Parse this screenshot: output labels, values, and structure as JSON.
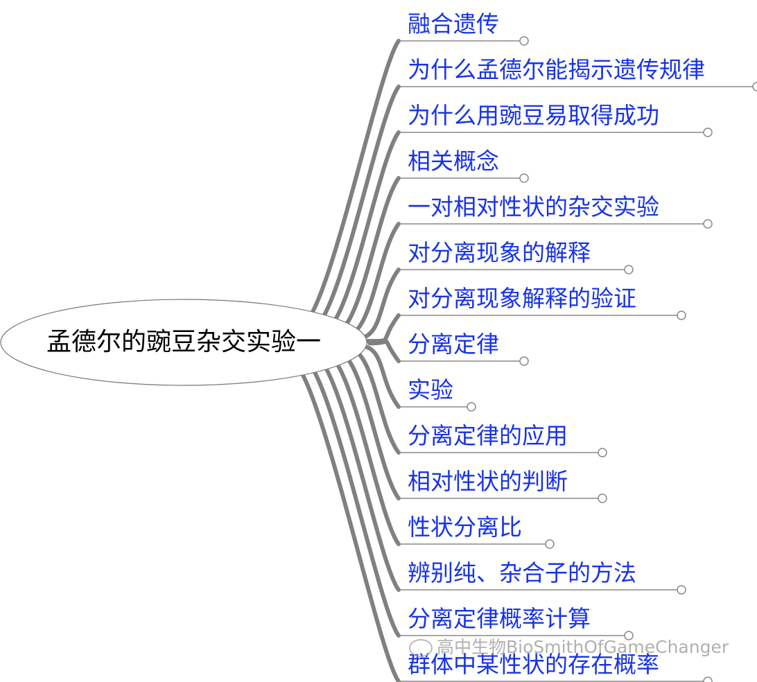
{
  "root": {
    "label": "孟德尔的豌豆杂交实验一"
  },
  "branches": [
    {
      "label": "融合遗传"
    },
    {
      "label": "为什么孟德尔能揭示遗传规律"
    },
    {
      "label": "为什么用豌豆易取得成功"
    },
    {
      "label": "相关概念"
    },
    {
      "label": "一对相对性状的杂交实验"
    },
    {
      "label": "对分离现象的解释"
    },
    {
      "label": "对分离现象解释的验证"
    },
    {
      "label": "分离定律"
    },
    {
      "label": "实验"
    },
    {
      "label": "分离定律的应用"
    },
    {
      "label": "相对性状的判断"
    },
    {
      "label": "性状分离比"
    },
    {
      "label": "辨别纯、杂合子的方法"
    },
    {
      "label": "分离定律概率计算"
    },
    {
      "label": "群体中某性状的存在概率"
    }
  ],
  "watermark": {
    "text": "高中生物BioSmithOfGameChanger"
  },
  "colors": {
    "branch_text": "#1733e8",
    "connector": "#808080",
    "root_text": "#000000"
  }
}
